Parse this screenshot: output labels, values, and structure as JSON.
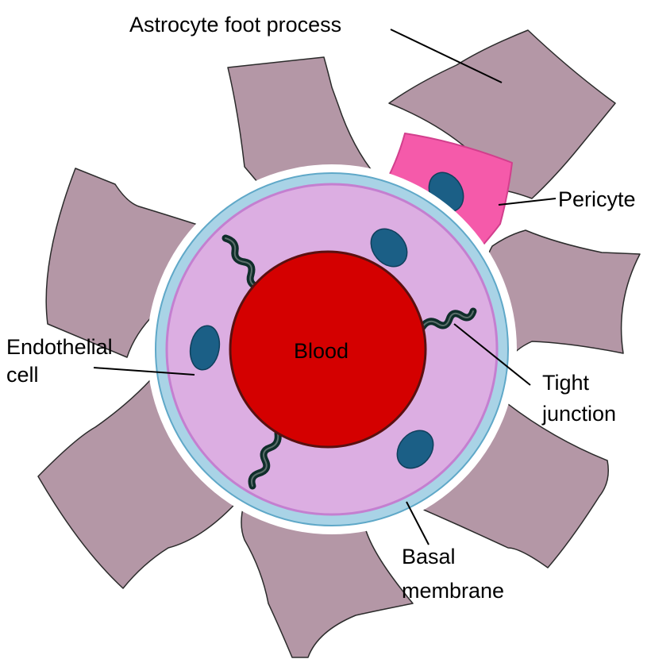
{
  "labels": {
    "astrocyte": "Astrocyte foot process",
    "pericyte": "Pericyte",
    "endothelial_line1": "Endothelial",
    "endothelial_line2": "cell",
    "blood": "Blood",
    "tight_line1": "Tight",
    "tight_line2": "junction",
    "basal_line1": "Basal",
    "basal_line2": "membrane"
  },
  "colors": {
    "astrocyte": "#b497a6",
    "pericyte": "#f55aaa",
    "basal_membrane": "#a9d3e6",
    "basal_outline": "#5fa8c8",
    "endothelial": "#dcaee2",
    "endothelial_outline": "#c47fd0",
    "blood": "#d40000",
    "blood_outline": "#5a1010",
    "nucleus": "#1b5f86",
    "tight_junction": "#0f2e2a"
  }
}
